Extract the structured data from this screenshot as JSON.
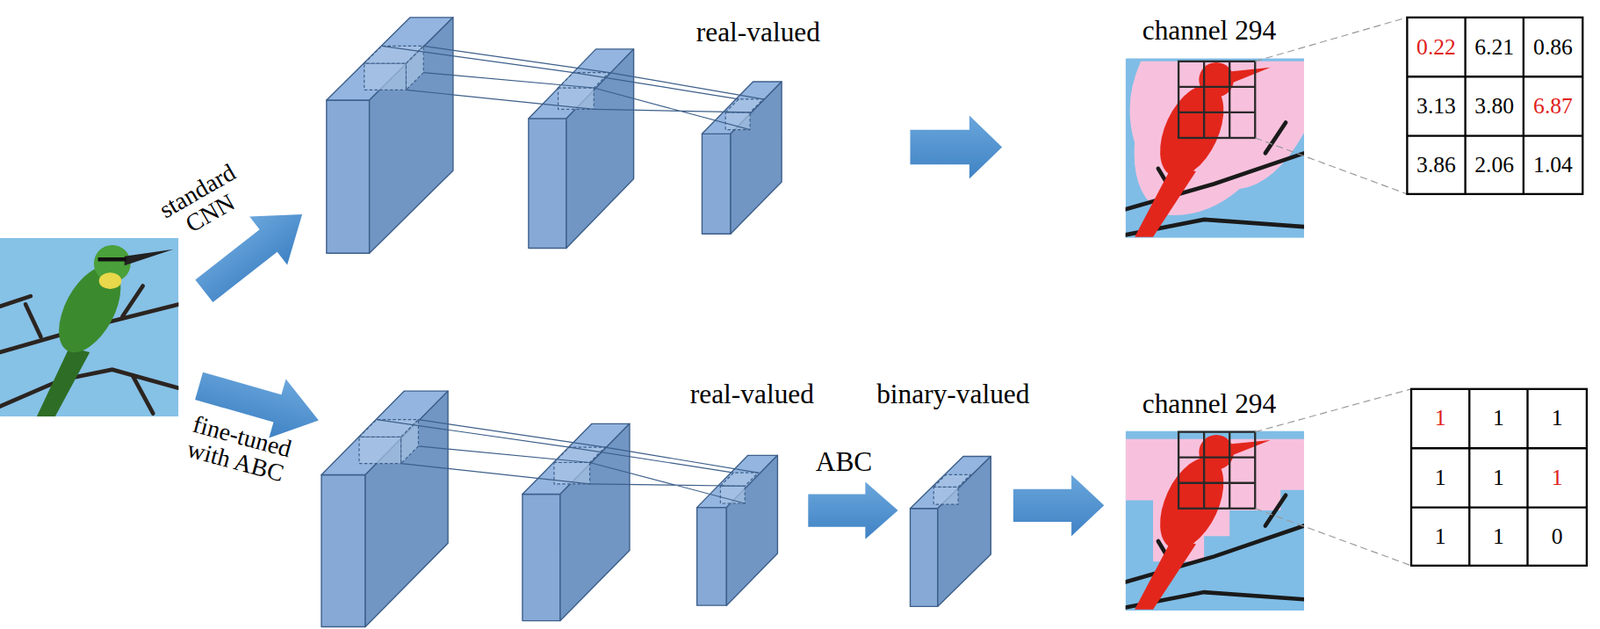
{
  "diagram": {
    "labels": [
      "real-valued",
      "channel 294",
      "0.22",
      "6.21",
      "0.86",
      "3.13",
      "3.80",
      "6.87",
      "3.86",
      "2.06",
      "1.04",
      "standard CNN",
      "fine-tuned with ABC",
      "real-valued",
      "binary-valued",
      "ABC",
      "channel 294",
      "1",
      "1",
      "1",
      "1",
      "1",
      "1",
      "1",
      "1",
      "0"
    ]
  }
}
